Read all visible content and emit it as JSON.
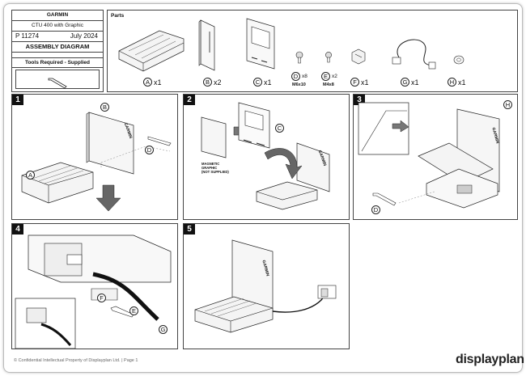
{
  "title_block": {
    "brand": "GARMIN",
    "product": "CTU 400 with Graphic",
    "part_number": "P 11274",
    "date": "July 2024",
    "doc_title": "ASSEMBLY DIAGRAM",
    "tools_heading": "Tools Required - Supplied"
  },
  "parts": {
    "heading": "Parts",
    "items": [
      {
        "letter": "A",
        "qty": "x1",
        "sub": ""
      },
      {
        "letter": "B",
        "qty": "x2",
        "sub": ""
      },
      {
        "letter": "C",
        "qty": "x1",
        "sub": ""
      },
      {
        "letter": "D",
        "qty": "x8",
        "sub": "M6x10"
      },
      {
        "letter": "E",
        "qty": "x2",
        "sub": "M4x8"
      },
      {
        "letter": "F",
        "qty": "x1",
        "sub": ""
      },
      {
        "letter": "G",
        "qty": "x1",
        "sub": ""
      },
      {
        "letter": "H",
        "qty": "x1",
        "sub": ""
      }
    ]
  },
  "steps": {
    "s1": {
      "number": "1",
      "labels": [
        "B",
        "D",
        "A"
      ]
    },
    "s2": {
      "number": "2",
      "labels": [
        "C"
      ],
      "note": [
        "MAGNETIC",
        "GRAPHIC",
        "(NOT SUPPLIED)"
      ]
    },
    "s3": {
      "number": "3",
      "labels": [
        "H",
        "D"
      ]
    },
    "s4": {
      "number": "4",
      "labels": [
        "F",
        "E",
        "G"
      ]
    },
    "s5": {
      "number": "5"
    }
  },
  "panel_logo": "GARMIN",
  "footer": {
    "text": "© Confidential Intellectual Property of Displayplan Ltd. | Page 1",
    "brand": "displayplan"
  }
}
